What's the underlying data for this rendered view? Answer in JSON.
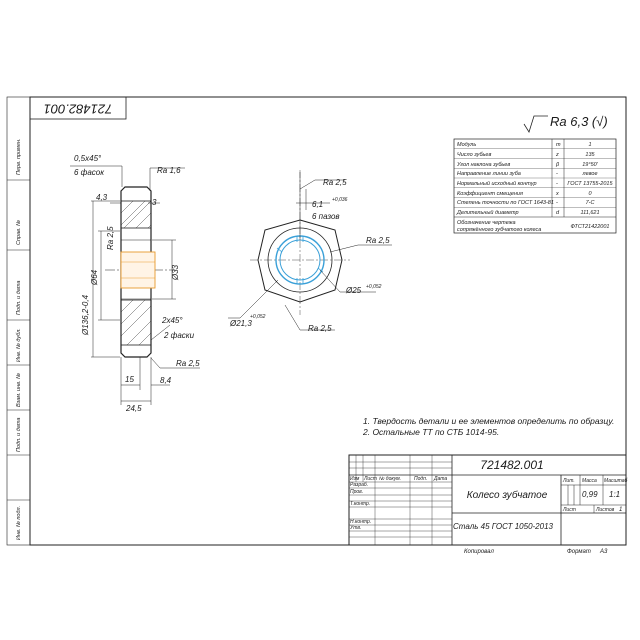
{
  "stamp_number_rotated": "721482.001",
  "roughness_general": "Ra 6,3 (√)",
  "params": [
    {
      "name": "Модуль",
      "sym": "m",
      "val": "1"
    },
    {
      "name": "Число зубьев",
      "sym": "z",
      "val": "135"
    },
    {
      "name": "Угол наклона зубьев",
      "sym": "β",
      "val": "19°50'"
    },
    {
      "name": "Направление линии зуба",
      "sym": "-",
      "val": "левое"
    },
    {
      "name": "Нормальный исходный контур",
      "sym": "-",
      "val": "ГОСТ 13755-2015"
    },
    {
      "name": "Коэффициент смещения",
      "sym": "x",
      "val": "0"
    },
    {
      "name": "Степень точности по ГОСТ 1643-81",
      "sym": "-",
      "val": "7-С"
    },
    {
      "name": "Делительный диаметр",
      "sym": "d",
      "val": "111,621"
    }
  ],
  "mating_label_1": "Обозначение чертежа",
  "mating_label_2": "сопряжённого зубчатого колеса",
  "mating_value": "ФТСТ21422001",
  "left_view": {
    "chamfer_top": "0,5х45°",
    "chamfer_top_count": "6 фасок",
    "ra_top": "Ra 1,6",
    "dim_4_3": "4,3",
    "dim_3": "3",
    "ra_bore": "Ra 2,5",
    "dim_64": "Ø64",
    "dim_33": "Ø33",
    "dim_136": "Ø136,2-0,4",
    "chamfer_bottom": "2х45°",
    "chamfer_bottom_count": "2 фаски",
    "ra_side": "Ra 2,5",
    "dim_15": "15",
    "dim_8_4": "8,4",
    "dim_24_5": "24,5"
  },
  "right_view": {
    "ra_top": "Ra 2,5",
    "slot_width": "6,1",
    "slot_tol": "+0,036",
    "slot_count": "6 пазов",
    "ra_right": "Ra 2,5",
    "dim_25": "Ø25",
    "dim_25_tol": "+0,052",
    "dim_21_3": "Ø21,3",
    "dim_21_3_tol": "+0,052",
    "ra_bottom": "Ra 2,5"
  },
  "notes": [
    "1. Твердость детали и ее элементов определить по образцу.",
    "2. Остальные ТТ по СТБ 1014-95."
  ],
  "title_block": {
    "designation": "721482.001",
    "name": "Колесо зубчатое",
    "material": "Сталь 45 ГОСТ 1050-2013",
    "lit_label": "Лит.",
    "mass_label": "Масса",
    "scale_label": "Масштаб",
    "mass": "0,99",
    "scale": "1:1",
    "sheet_label": "Лист",
    "sheets_label": "Листов",
    "sheets": "1",
    "col_izm": "Изм",
    "col_list": "Лист",
    "col_doc": "№ докум.",
    "col_sign": "Подп.",
    "col_date": "Дата",
    "row_razrab": "Разраб.",
    "row_prov": "Пров.",
    "row_tkontr": "Т.контр.",
    "row_nkontr": "Н.контр.",
    "row_utv": "Утв.",
    "copied": "Копировал",
    "format": "Формат",
    "format_val": "A3"
  },
  "side_strip": [
    "Перв. примен.",
    "Справ. №",
    "Подп. и дата",
    "Инв. № дубл.",
    "Взам. инв. №",
    "Подп. и дата",
    "Инв. № подл."
  ]
}
